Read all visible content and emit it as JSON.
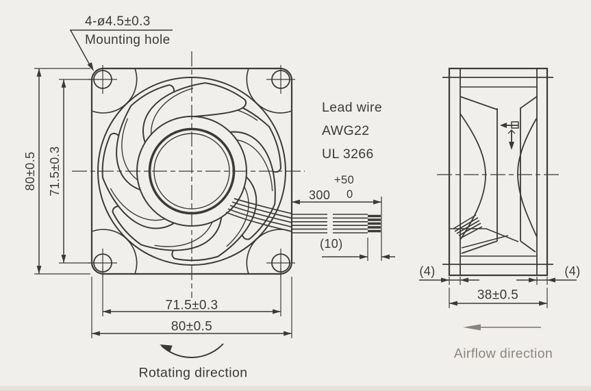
{
  "front_view": {
    "callout": {
      "line1": "4-ø4.5±0.3",
      "line2": "Mounting hole"
    },
    "dim_height_outer": "80±0.5",
    "dim_height_holes": "71.5±0.3",
    "dim_width_holes": "71.5±0.3",
    "dim_width_outer": "80±0.5",
    "rotation_caption": "Rotating direction"
  },
  "lead_wire": {
    "label_line1": "Lead wire",
    "label_line2": "AWG22",
    "label_line3": "UL 3266",
    "length": "300",
    "tolerance_upper": "+50",
    "tolerance_lower": "0",
    "strip_length": "(10)"
  },
  "side_view": {
    "flange_left": "(4)",
    "flange_right": "(4)",
    "dim_depth": "38±0.5",
    "airflow_caption": "Airflow direction"
  },
  "colors": {
    "ink": "#3c3a38",
    "ink_light": "#8a8480",
    "paper": "#f1efec",
    "edge": "#ddd9d3"
  }
}
